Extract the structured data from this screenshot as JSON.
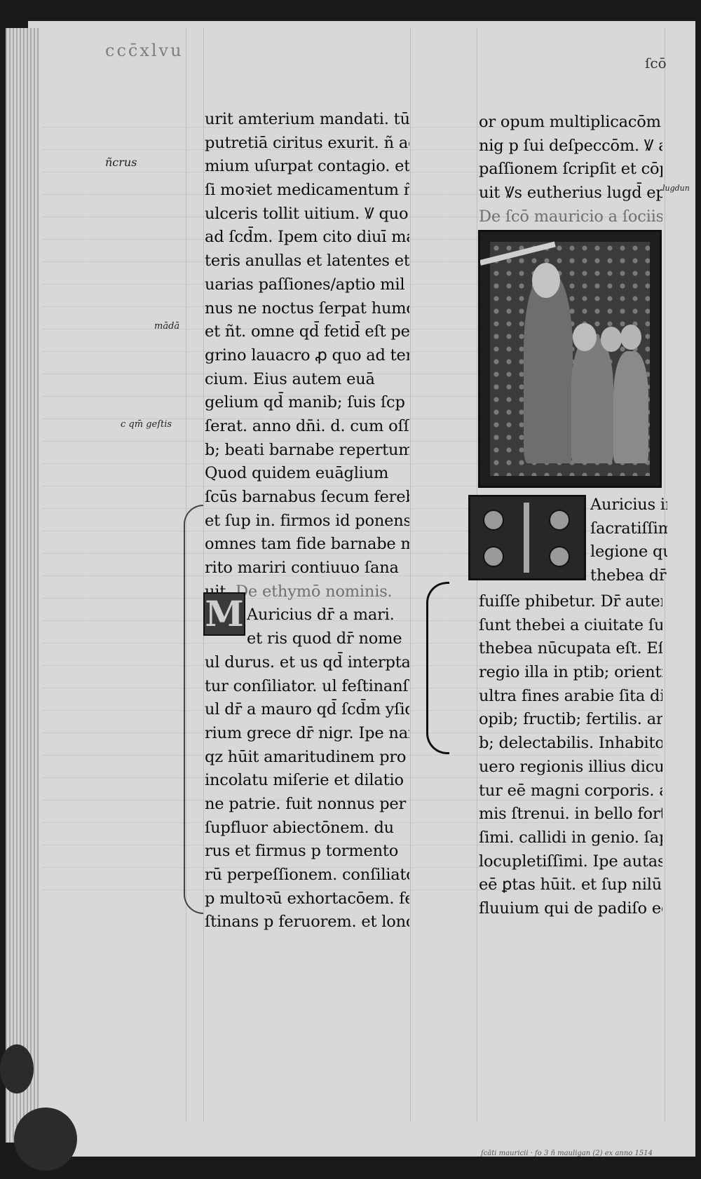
{
  "header": {
    "running_head": "ccc̄xlvu",
    "folio_mark": "ſcō"
  },
  "margin_notes": [
    {
      "id": "left1",
      "text": "ñcrus"
    },
    {
      "id": "left2",
      "text": "mādā"
    },
    {
      "id": "left3",
      "text": "c qm̄ geſtis"
    },
    {
      "id": "right1",
      "text": "lugdun"
    }
  ],
  "left_column": {
    "lines": [
      "urit amterium mandati. tū",
      "putretiā ciritus exurit. ñ ad",
      "mium uſurpat contagio. et",
      "ſi moꝛiet medicamentum ñ",
      "ulceris tollit uitium. Ꝟ quo",
      "ad ſcd̄m. Ipem cito diuī ma",
      "teris anullas et latentes et",
      "uarias paſſiones/aptio mil",
      "nus ne noctus ſerpat humor.",
      "et ñt. omne qd̄ fetid̄ eſt pe",
      "grino lauacro ꝓ quo ad ter",
      "cium. Eius autem euā",
      "gelium qd̄ manib; ſuis ſcp",
      "ſerat. anno dn̄i. d. cum oſſi",
      "b; beati barnabe repertum eſt.",
      "Quod quidem euāglium",
      "ſcūs barnabus ſecum ferebat.",
      "et ſup in. firmos id ponens",
      "omnes tam fide barnabe me",
      "rito mariri contiuuo ſana",
      "uit.",
      "Auricius dr̄ a mari.",
      "et ris quod dr̄ nome",
      "ul durus. et us qd̄ interpta",
      "tur conſiliator. ul feſtinanſ.",
      "ul dr̄ a mauro qd̄ ſcd̄m yſido",
      "rium grece dr̄ nigr. Ipe nam",
      "qz hūit amaritudinem pro",
      "incolatu miſerie et dilatio",
      "ne patrie. fuit nonnus per",
      "ſupfluor abiectōnem. du",
      "rus et firmus p tormento",
      "rū perpeſſionem. conſiliator",
      "p multoꝛū exhortacōem. fe",
      "ſtinans p feruorem. et lono"
    ],
    "rubric": "De ethymō nominis."
  },
  "right_column": {
    "top_lines": [
      "or opum multiplicacōm.",
      "nig p ſui deſpeccōm. Ꝟ anius",
      "paſſionem ſcripſit et cōpila",
      "uit Ꝟs eutherius lugd̄ epc."
    ],
    "chapter_title": "De ſcō mauricio a ſociis eius.",
    "initial_lines": [
      "Auricius in",
      "ſacratiſſima",
      "legione que",
      "thebea dr̄ dux"
    ],
    "lines": [
      "fuiſſe phibetur. Dr̄ autem",
      "ſunt thebei a ciuitate ſua q̄",
      "thebea nūcupata eſt. Eſt a",
      "regio illa in ptib; orientis",
      "ultra fines arabie ſita diui",
      "opib; fructib; fertilis. arbou",
      "b; delectabilis. Inhabitores",
      "uero regionis illius dicun",
      "tur eē magni corporis. ar",
      "mis ſtrenui. in bello fortiſ",
      "ſimi. callidi in genio. ſapia",
      "locupletiſſimi. Ipe autas",
      "eē ꝑtas hūit. et ſup nilū",
      "fluuium qui de padiſo egre"
    ]
  },
  "footer": {
    "shelf_note": "ſcāti mauricii · fo 3 ñ mauligan (2) ex anno 1514"
  },
  "colors": {
    "parchment": "#d8d8d8",
    "ink": "#0d0d0d",
    "rubric": "#6f6f6f",
    "background": "#1a1a1a"
  }
}
